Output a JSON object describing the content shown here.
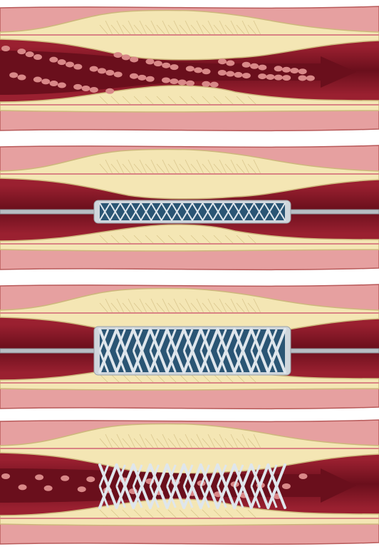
{
  "colors": {
    "background": "#ffffff",
    "outer_wall": "#e6a0a0",
    "wall_edge": "#b85a5a",
    "wall_inner": "#d98484",
    "plaque": "#f4e6b4",
    "plaque_edge": "#cdb77c",
    "lumen_dark": "#6a0f1c",
    "lumen_mid": "#9a2030",
    "blood_cell": "#d98888",
    "stent_blue": "#2a5574",
    "stent_wire": "#dfe6ec",
    "catheter": "#b8bec4"
  },
  "diagram": {
    "stages": [
      {
        "id": "narrowed-artery",
        "blood_flow": true,
        "cells": "dense",
        "stent": "none"
      },
      {
        "id": "stent-inserted",
        "blood_flow": false,
        "cells": "none",
        "stent": "collapsed"
      },
      {
        "id": "balloon-expanded",
        "blood_flow": false,
        "cells": "none",
        "stent": "expanded-on-balloon"
      },
      {
        "id": "stent-deployed",
        "blood_flow": true,
        "cells": "sparse",
        "stent": "deployed"
      }
    ]
  }
}
